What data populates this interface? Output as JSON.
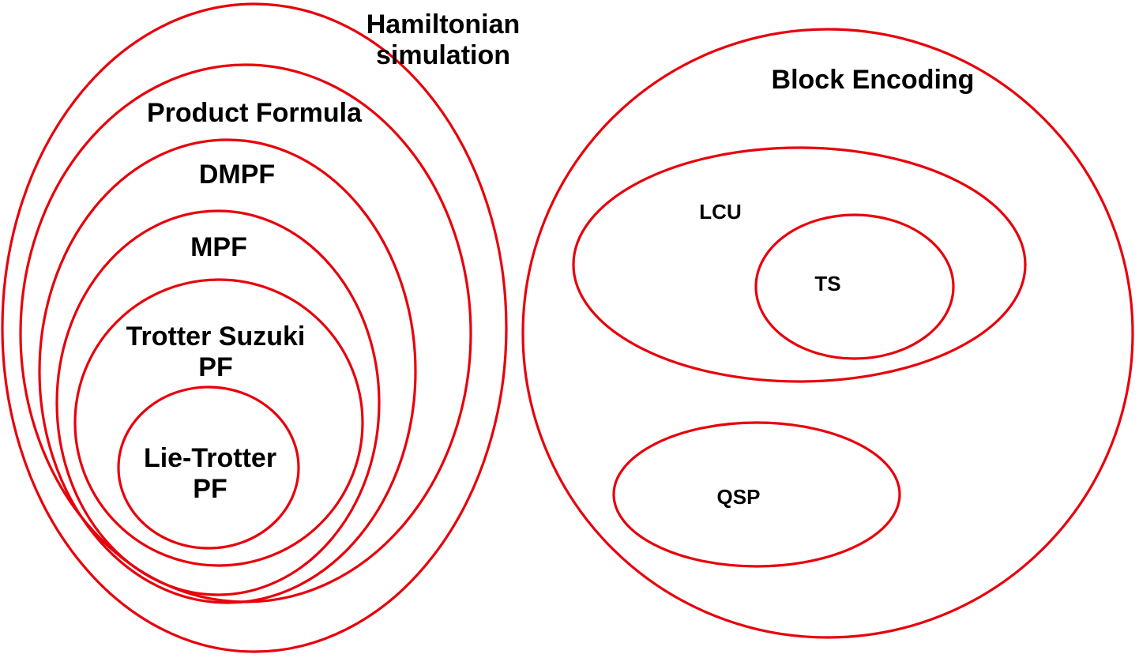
{
  "colors": {
    "outline": "#e8000b",
    "text": "#000000",
    "background": "#ffffff"
  },
  "diagram": {
    "hamiltonian_simulation": {
      "line1": "Hamiltonian",
      "line2": "simulation"
    },
    "product_formula": {
      "label": "Product Formula"
    },
    "dmpf": {
      "label": "DMPF"
    },
    "mpf": {
      "label": "MPF"
    },
    "trotter_suzuki_pf": {
      "line1": "Trotter Suzuki",
      "line2": "PF"
    },
    "lie_trotter_pf": {
      "line1": "Lie-Trotter",
      "line2": "PF"
    },
    "block_encoding": {
      "label": "Block Encoding"
    },
    "lcu": {
      "label": "LCU"
    },
    "ts": {
      "label": "TS"
    },
    "qsp": {
      "label": "QSP"
    }
  }
}
